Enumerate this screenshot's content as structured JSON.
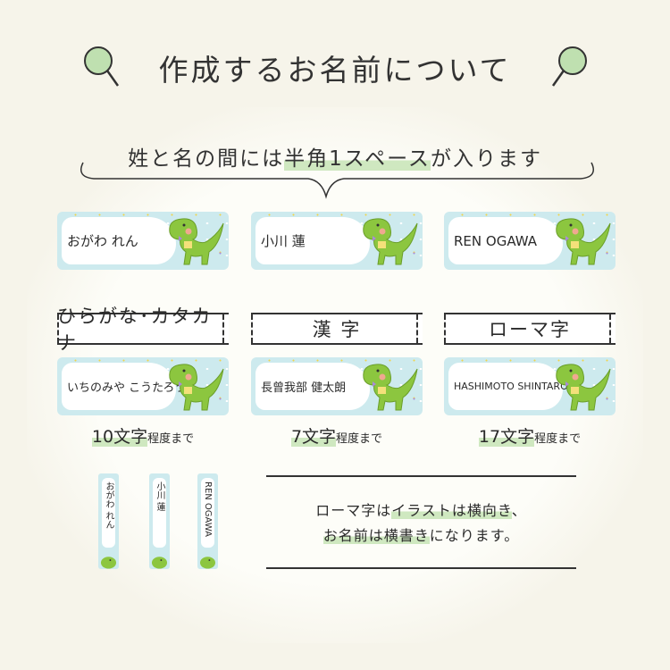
{
  "title": "作成するお名前について",
  "subtitle": {
    "before": "姓と名の間には",
    "highlight": "半角1スペース",
    "after": "が入ります"
  },
  "examples": [
    {
      "name": "おがわ れん",
      "category": "ひらがな･カタカナ",
      "long_name": "いちのみや こうたろう",
      "limit_num": "10文字",
      "limit_suffix": "程度まで"
    },
    {
      "name": "小川 蓮",
      "category": "漢 字",
      "long_name": "長曾我部 健太朗",
      "limit_num": "7文字",
      "limit_suffix": "程度まで"
    },
    {
      "name": "REN OGAWA",
      "category": "ローマ字",
      "long_name": "HASHIMOTO SHINTARO",
      "limit_num": "17文字",
      "limit_suffix": "程度まで"
    }
  ],
  "vertical": [
    "おがわ れん",
    "小川 蓮",
    "REN OGAWA"
  ],
  "note": {
    "l1a": "ローマ字は",
    "l1b": "イラストは横向き",
    "l1c": "、",
    "l2a": "お名前は横書き",
    "l2b": "になります。"
  },
  "colors": {
    "background": "#f6f4ea",
    "highlight": "#cfe8c0",
    "label": "#cdeaee",
    "dino": "#8cc63f"
  },
  "icons": [
    "magnifier-icon",
    "dinosaur-icon"
  ]
}
